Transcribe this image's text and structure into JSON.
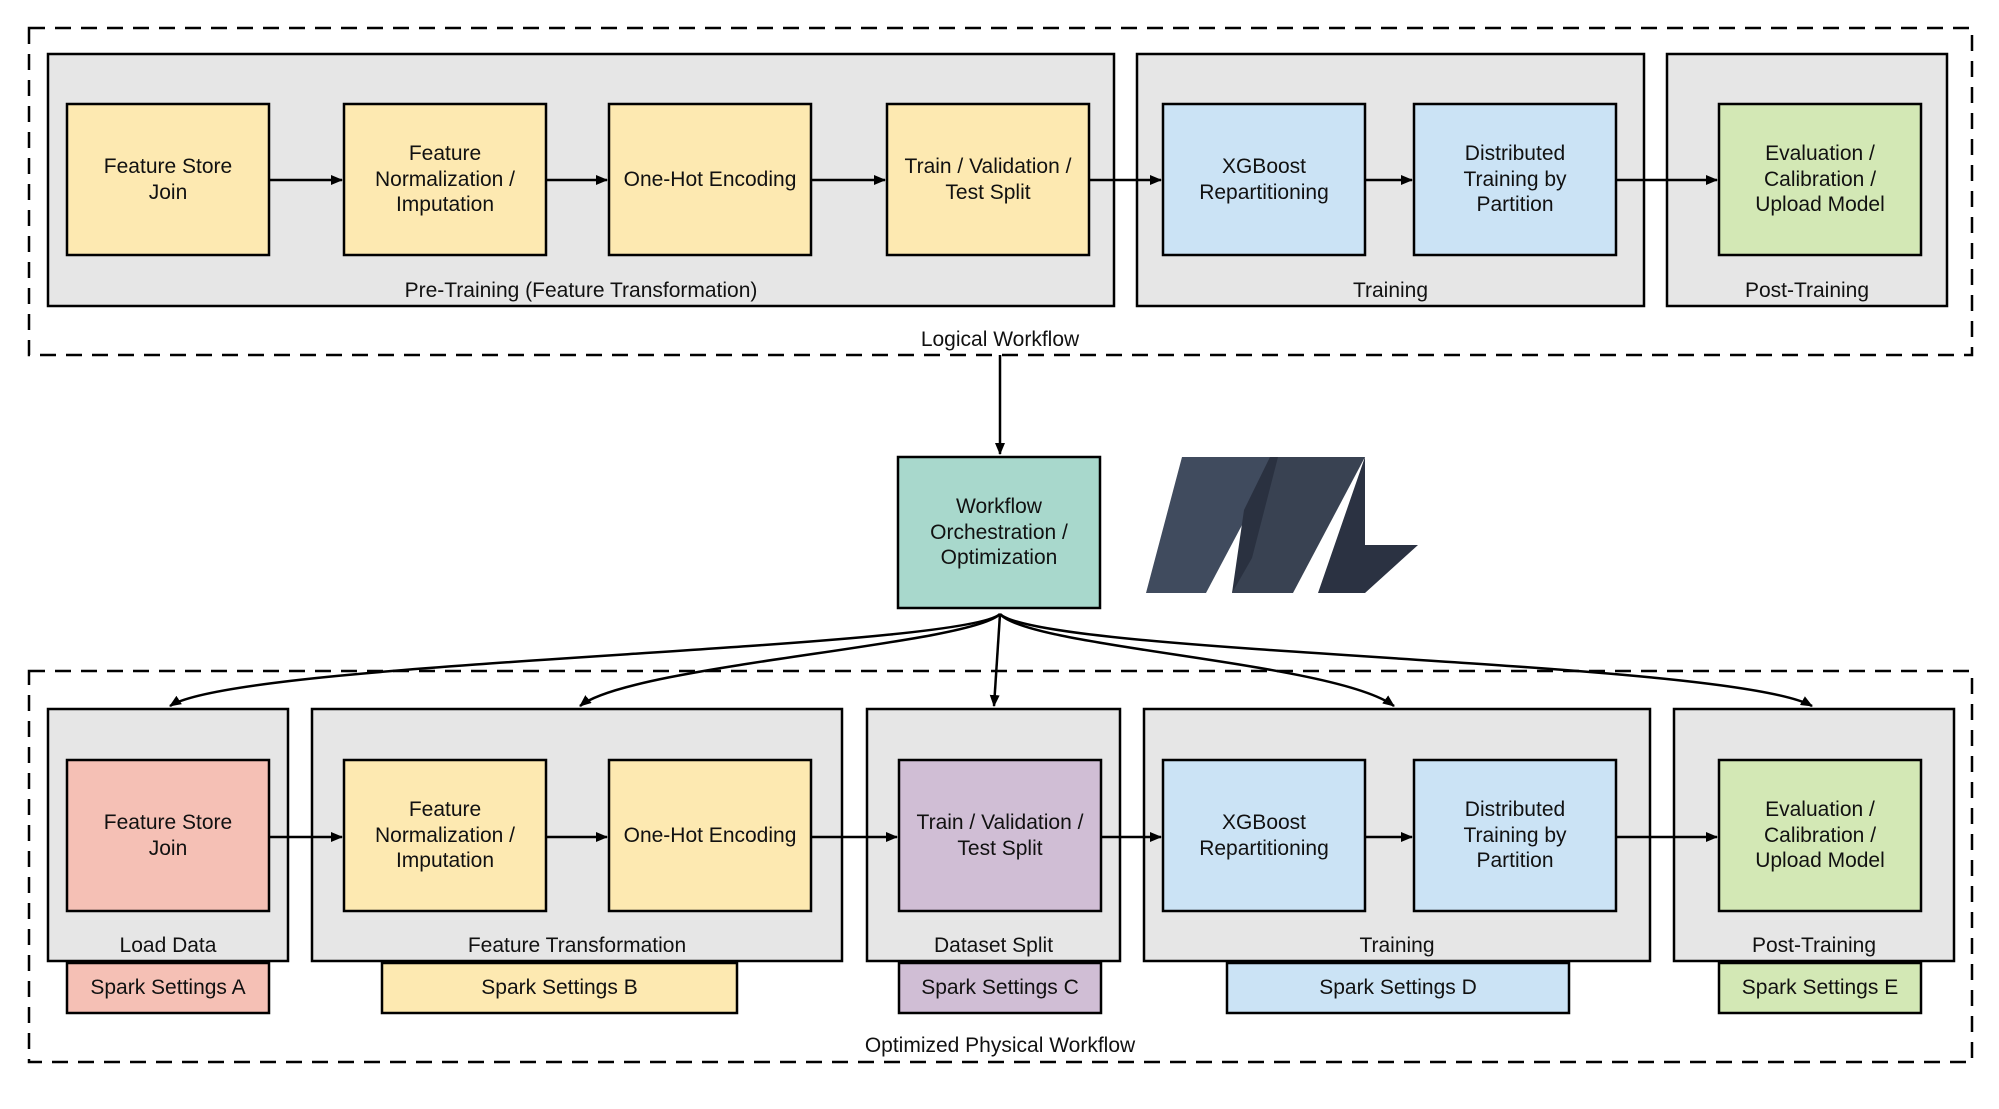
{
  "colors": {
    "yellow": "#fde9b1",
    "blue": "#cbe3f5",
    "green": "#d3e8b5",
    "teal": "#a8d8cc",
    "salmon": "#f5c0b5",
    "purple": "#d0bed5",
    "group_gray": "#e6e6e6",
    "logo_dark": "#394252"
  },
  "logical": {
    "title": "Logical Workflow",
    "groups": {
      "pretraining": "Pre-Training (Feature Transformation)",
      "training": "Training",
      "posttraining": "Post-Training"
    },
    "boxes": {
      "feature_store_join": "Feature Store\nJoin",
      "normalization": "Feature\nNormalization /\nImputation",
      "one_hot": "One-Hot Encoding",
      "split": "Train / Validation /\nTest Split",
      "xgboost": "XGBoost\nRepartitioning",
      "distributed": "Distributed\nTraining by\nPartition",
      "evaluation": "Evaluation /\nCalibration /\nUpload Model"
    }
  },
  "orchestration": {
    "label": "Workflow\nOrchestration /\nOptimization",
    "logo_icon": "michelangelo-logo-icon"
  },
  "physical": {
    "title": "Optimized Physical Workflow",
    "groups": {
      "load": "Load Data",
      "transform": "Feature Transformation",
      "split": "Dataset Split",
      "training": "Training",
      "posttraining": "Post-Training"
    },
    "boxes": {
      "feature_store_join": "Feature Store\nJoin",
      "normalization": "Feature\nNormalization /\nImputation",
      "one_hot": "One-Hot Encoding",
      "split": "Train / Validation /\nTest Split",
      "xgboost": "XGBoost\nRepartitioning",
      "distributed": "Distributed\nTraining by\nPartition",
      "evaluation": "Evaluation /\nCalibration /\nUpload Model"
    },
    "settings": {
      "a": "Spark Settings A",
      "b": "Spark Settings B",
      "c": "Spark Settings C",
      "d": "Spark Settings D",
      "e": "Spark Settings E"
    }
  }
}
